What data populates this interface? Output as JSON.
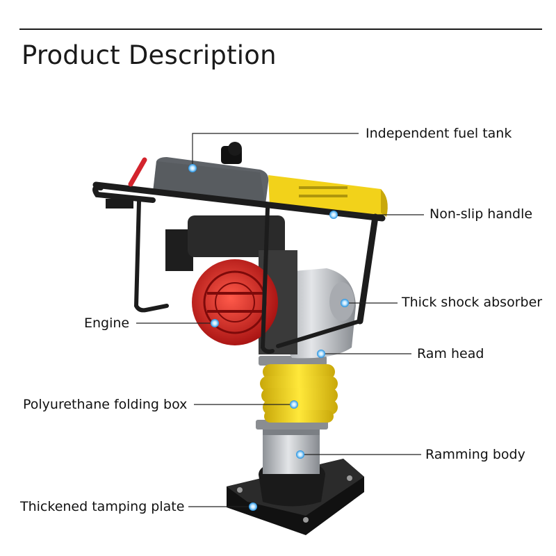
{
  "header": {
    "title": "Product Description"
  },
  "callouts": [
    {
      "id": "fuel-tank",
      "label": "Independent fuel tank"
    },
    {
      "id": "handle",
      "label": "Non-slip handle"
    },
    {
      "id": "shock-absorber",
      "label": "Thick shock absorber"
    },
    {
      "id": "engine",
      "label": "Engine"
    },
    {
      "id": "ram-head",
      "label": "Ram head"
    },
    {
      "id": "folding-box",
      "label": "Polyurethane folding box"
    },
    {
      "id": "ramming-body",
      "label": "Ramming body"
    },
    {
      "id": "tamping-plate",
      "label": "Thickened tamping plate"
    }
  ],
  "colors": {
    "frame": "#1c1c1c",
    "fuel_tank": "#5f6368",
    "engine_cover": "#d71f1f",
    "hood": "#f2d21a",
    "bellows": "#f3da1a",
    "metal": "#b9bcc0",
    "plate": "#1e1e1e",
    "marker": "#2aa6ff"
  }
}
